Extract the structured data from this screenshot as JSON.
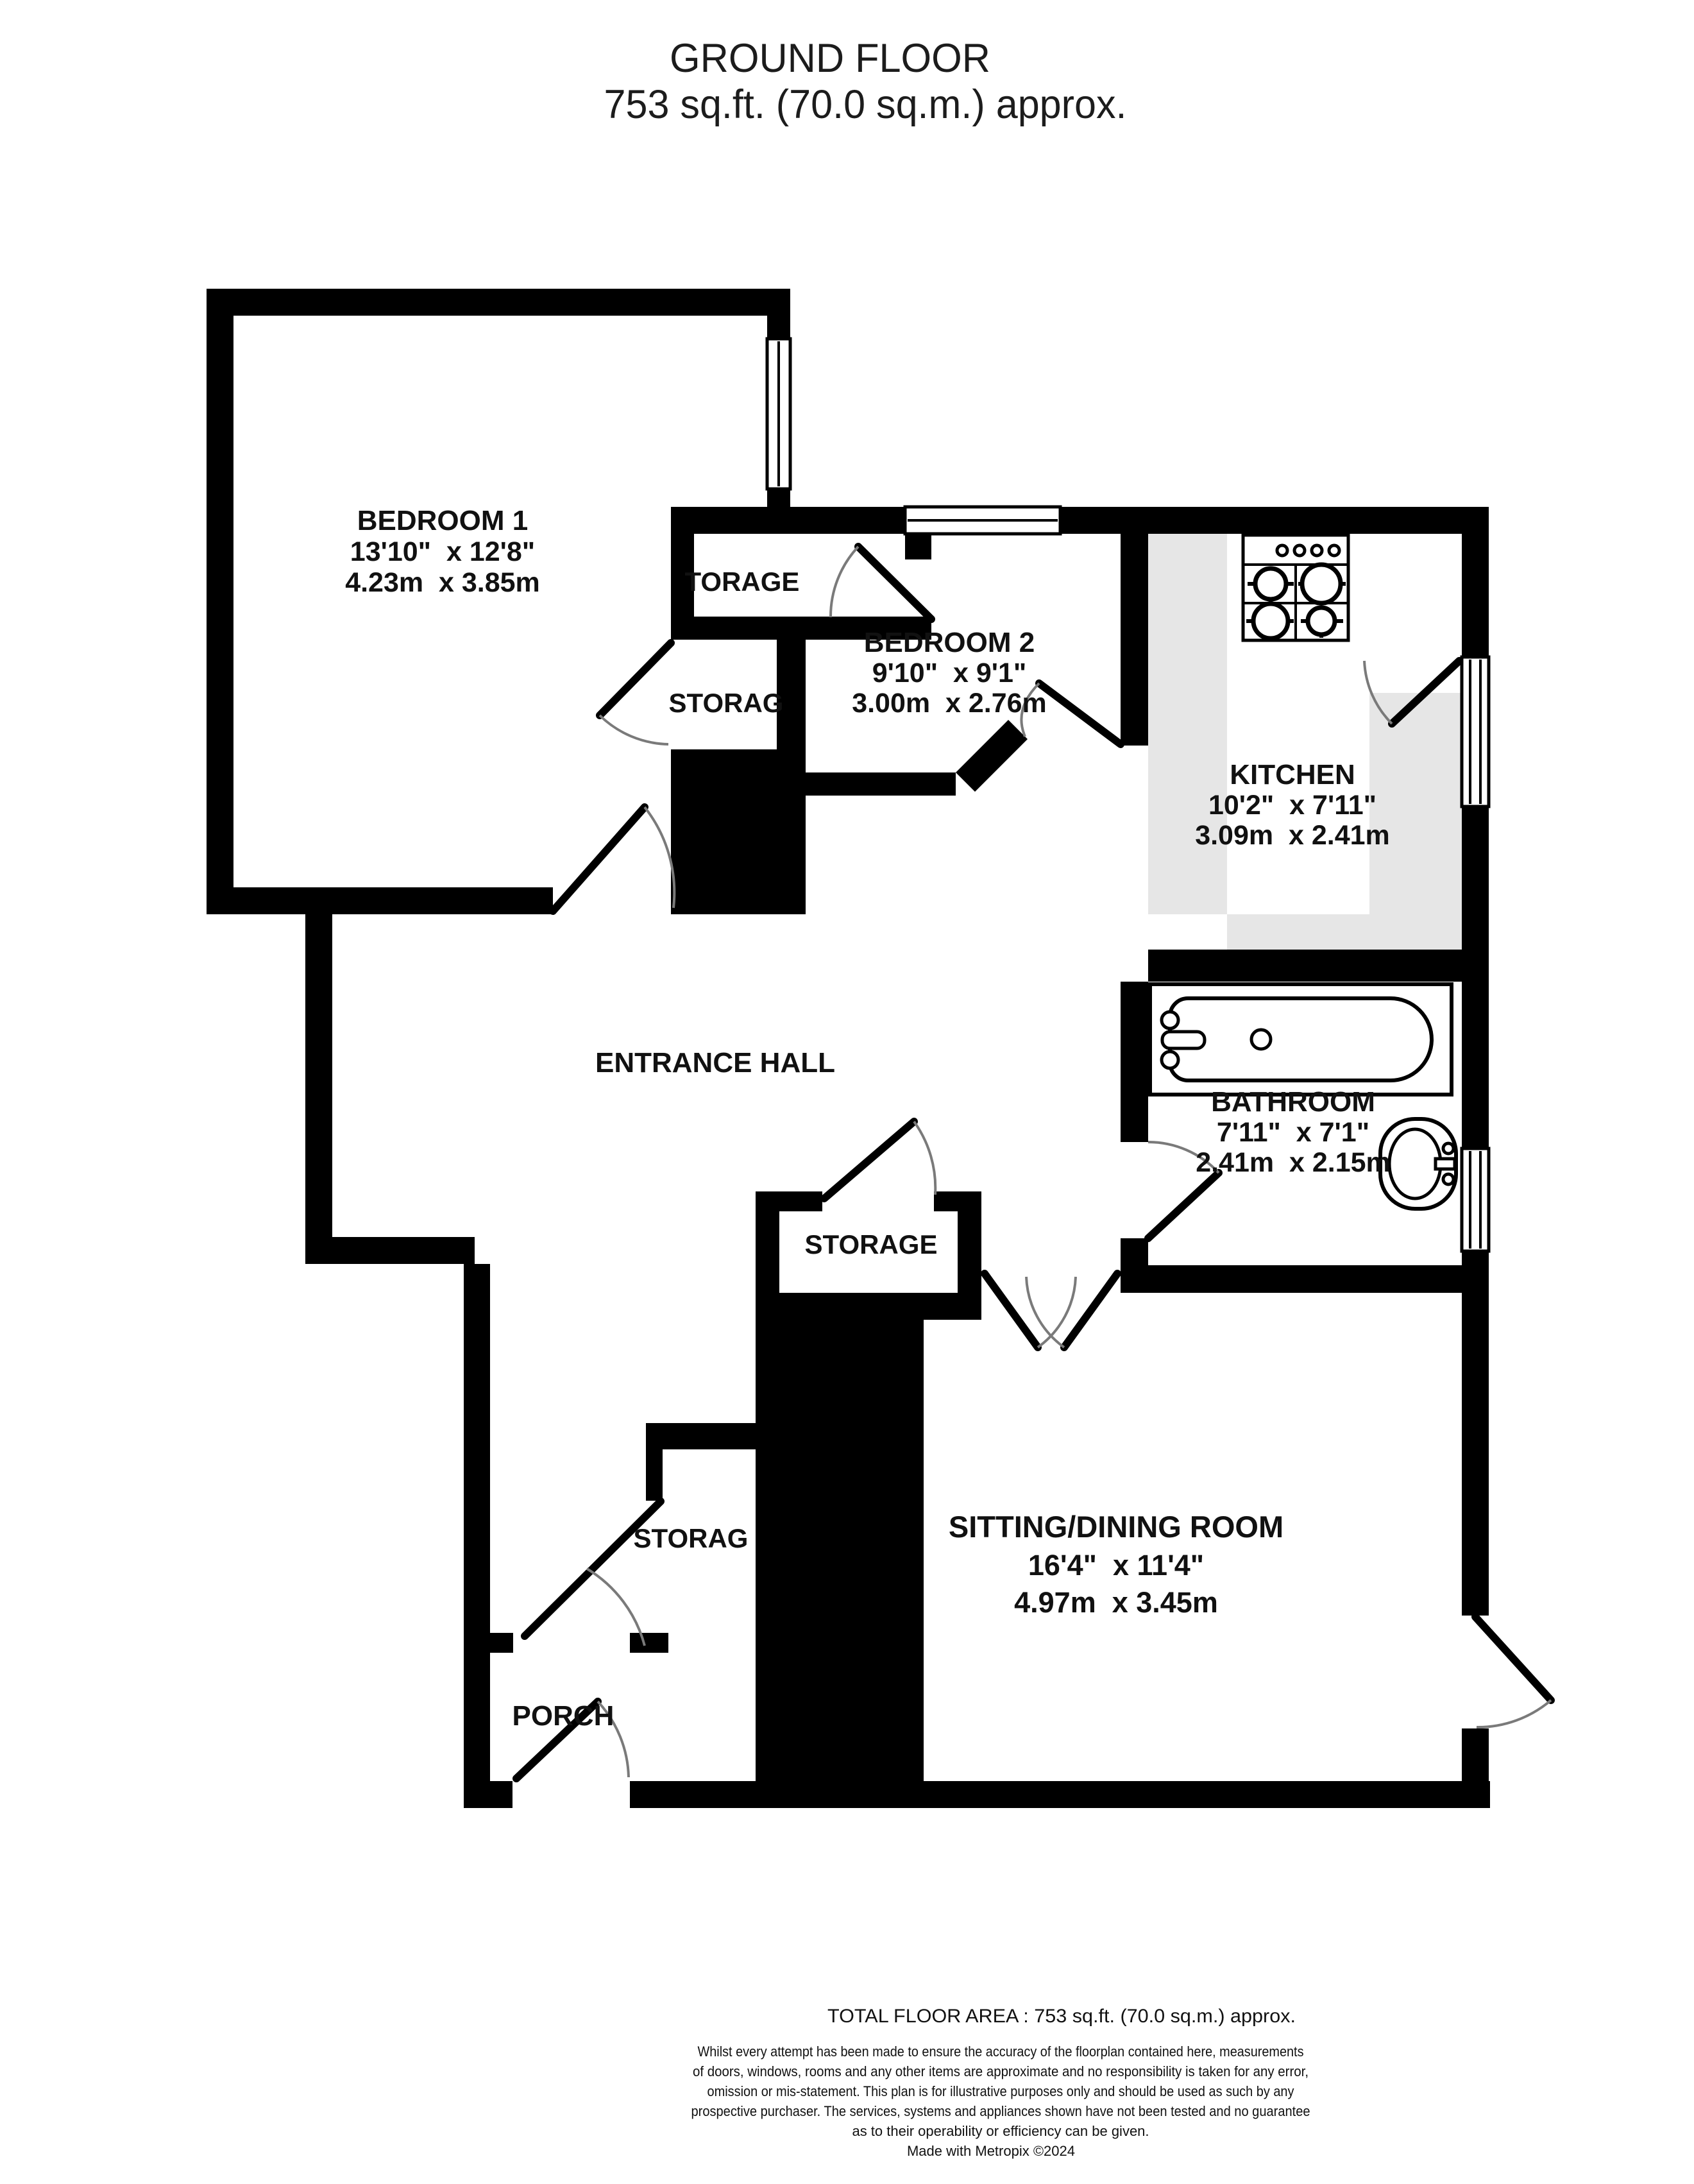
{
  "title": {
    "line1": "GROUND FLOOR",
    "line2": "753 sq.ft. (70.0 sq.m.) approx."
  },
  "rooms": {
    "bedroom1": {
      "name": "BEDROOM 1",
      "imperial": "13'10\"  x 12'8\"",
      "metric": "4.23m  x 3.85m"
    },
    "bedroom2": {
      "name": "BEDROOM 2",
      "imperial": "9'10\"  x 9'1\"",
      "metric": "3.00m  x 2.76m"
    },
    "kitchen": {
      "name": "KITCHEN",
      "imperial": "10'2\"  x 7'11\"",
      "metric": "3.09m  x 2.41m"
    },
    "bathroom": {
      "name": "BATHROOM",
      "imperial": "7'11\"  x 7'1\"",
      "metric": "2.41m  x 2.15m"
    },
    "sitting_dining": {
      "name": "SITTING/DINING ROOM",
      "imperial": "16'4\"  x 11'4\"",
      "metric": "4.97m  x 3.45m"
    },
    "entrance_hall": {
      "name": "ENTRANCE HALL"
    },
    "porch": {
      "name": "PORCH"
    },
    "storage_top": {
      "name": "TORAGE"
    },
    "storage_upper": {
      "name": "STORAG"
    },
    "storage_hall": {
      "name": "STORAGE"
    },
    "storage_lower": {
      "name": "STORAG"
    }
  },
  "footer": {
    "total": "TOTAL FLOOR AREA : 753 sq.ft. (70.0 sq.m.) approx.",
    "disclaimer1": "Whilst every attempt has been made to ensure the accuracy of the floorplan contained here, measurements",
    "disclaimer2": "of doors, windows, rooms and any other items are approximate and no responsibility is taken for any error,",
    "disclaimer3": "omission or mis-statement. This plan is for illustrative purposes only and should be used as such by any",
    "disclaimer4": "prospective purchaser. The services, systems and appliances shown have not been tested and no guarantee",
    "disclaimer5": "as to their operability or efficiency can be given.",
    "credit": "Made with Metropix ©2024"
  },
  "colors": {
    "wall": "#000000",
    "counter": "#e6e6e6",
    "door_arc": "#7a7a7a",
    "background": "#ffffff"
  }
}
